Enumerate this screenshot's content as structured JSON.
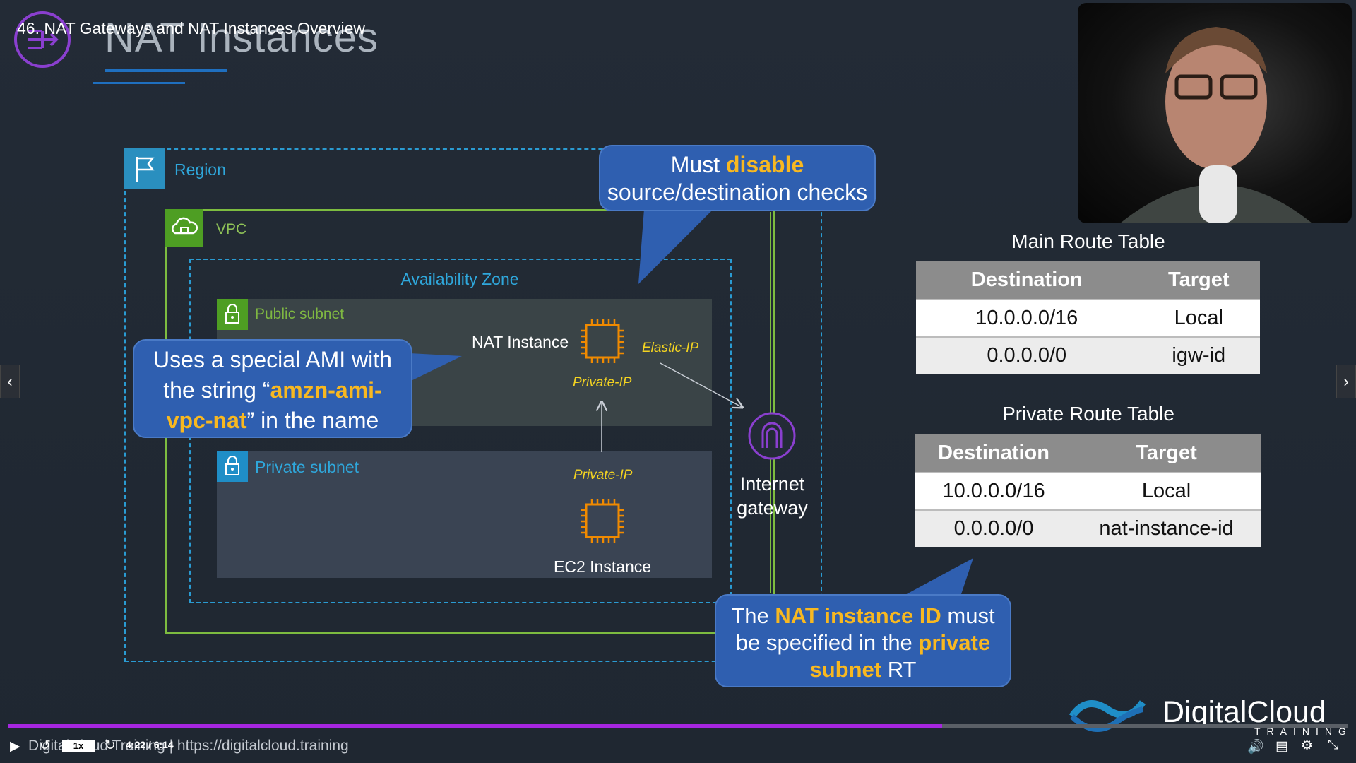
{
  "lecture": {
    "title": "46. NAT Gateways and NAT Instances Overview"
  },
  "slide": {
    "heading": "NAT Instances",
    "region_label": "Region",
    "vpc_label": "VPC",
    "az_label": "Availability Zone",
    "public_subnet_label": "Public subnet",
    "private_subnet_label": "Private subnet",
    "nat_instance_label": "NAT Instance",
    "elastic_ip": "Elastic-IP",
    "nat_private_ip": "Private-IP",
    "ec2_private_ip": "Private-IP",
    "ec2_label": "EC2 Instance",
    "igw_label_1": "Internet",
    "igw_label_2": "gateway",
    "callout_top": {
      "t1": "Must ",
      "hl": "disable",
      "t2": "source/destination checks"
    },
    "callout_left": {
      "t1": "Uses a special AMI with",
      "t2": "the string “",
      "hl1": "amzn-ami-",
      "hl2": "vpc-nat",
      "t3": "” in the name"
    },
    "callout_bottom": {
      "t1": "The ",
      "hl1": "NAT instance ID",
      "t2": " must",
      "t3": "be specified in the ",
      "hl2": "private",
      "hl3": "subnet",
      "t4": " RT"
    },
    "main_route_table": {
      "title": "Main Route Table",
      "headers": [
        "Destination",
        "Target"
      ],
      "rows": [
        [
          "10.0.0.0/16",
          "Local"
        ],
        [
          "0.0.0.0/0",
          "igw-id"
        ]
      ]
    },
    "private_route_table": {
      "title": "Private Route Table",
      "headers": [
        "Destination",
        "Target"
      ],
      "rows": [
        [
          "10.0.0.0/16",
          "Local"
        ],
        [
          "0.0.0.0/0",
          "nat-instance-id"
        ]
      ]
    },
    "brand": {
      "name": "DigitalCloud",
      "sub": "TRAINING"
    }
  },
  "player": {
    "progress": 0.697,
    "speed": "1x",
    "time": "4:22 / 6:14",
    "footer": "DigitalCloud Training | https://digitalcloud.training",
    "icons": [
      "play-icon",
      "replay-icon",
      "forward-icon",
      "volume-icon",
      "captions-icon",
      "settings-icon",
      "fullscreen-exit-icon",
      "chevron-left-icon",
      "chevron-right-icon"
    ]
  },
  "colors": {
    "accent": "#a626e0",
    "callout": "#2f5fb0",
    "highlight": "#f8b820",
    "region": "#2a9bd2",
    "vpc": "#7dbc40"
  }
}
